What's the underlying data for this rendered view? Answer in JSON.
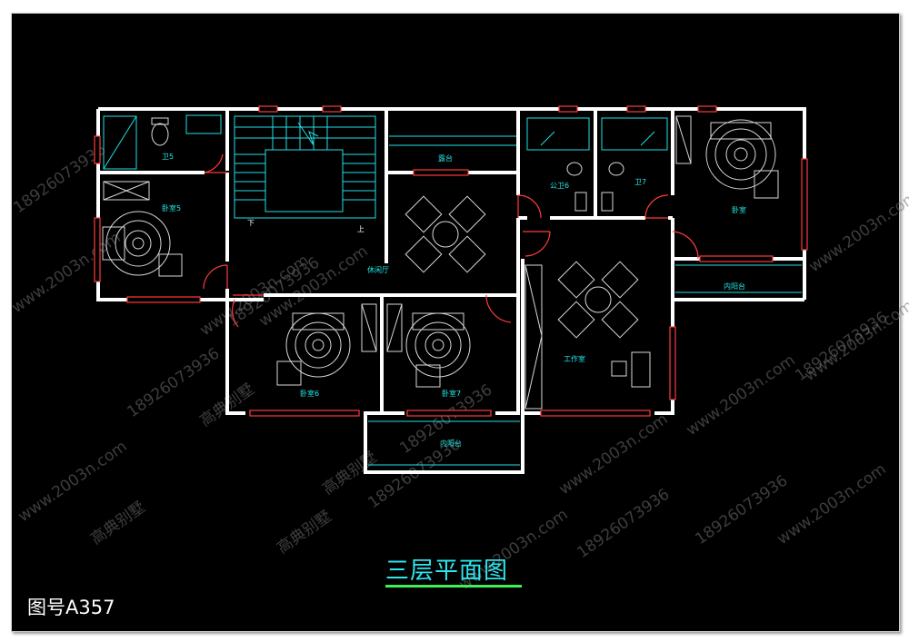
{
  "title": "三层平面图",
  "drawing_code": "图号A357",
  "rooms": {
    "bath5": "卫5",
    "bedroom5": "卧室5",
    "stair_down": "下",
    "stair_up": "上",
    "terrace": "露台",
    "lounge": "休闲厅",
    "public_bath6": "公卫6",
    "bath7": "卫7",
    "bedroom_right": "卧室",
    "bedroom6": "卧室6",
    "bedroom7": "卧室7",
    "studio": "工作室",
    "balcony_right": "内阳台",
    "balcony_bottom": "内阳台"
  },
  "watermarks": [
    "18926073936",
    "www.2003n.com",
    "高典别墅"
  ],
  "colors": {
    "background": "#000000",
    "wall": "#ffffff",
    "annotation": "#22e0e6",
    "window": "#ff3b3b",
    "title_underline": "#3df05a"
  }
}
